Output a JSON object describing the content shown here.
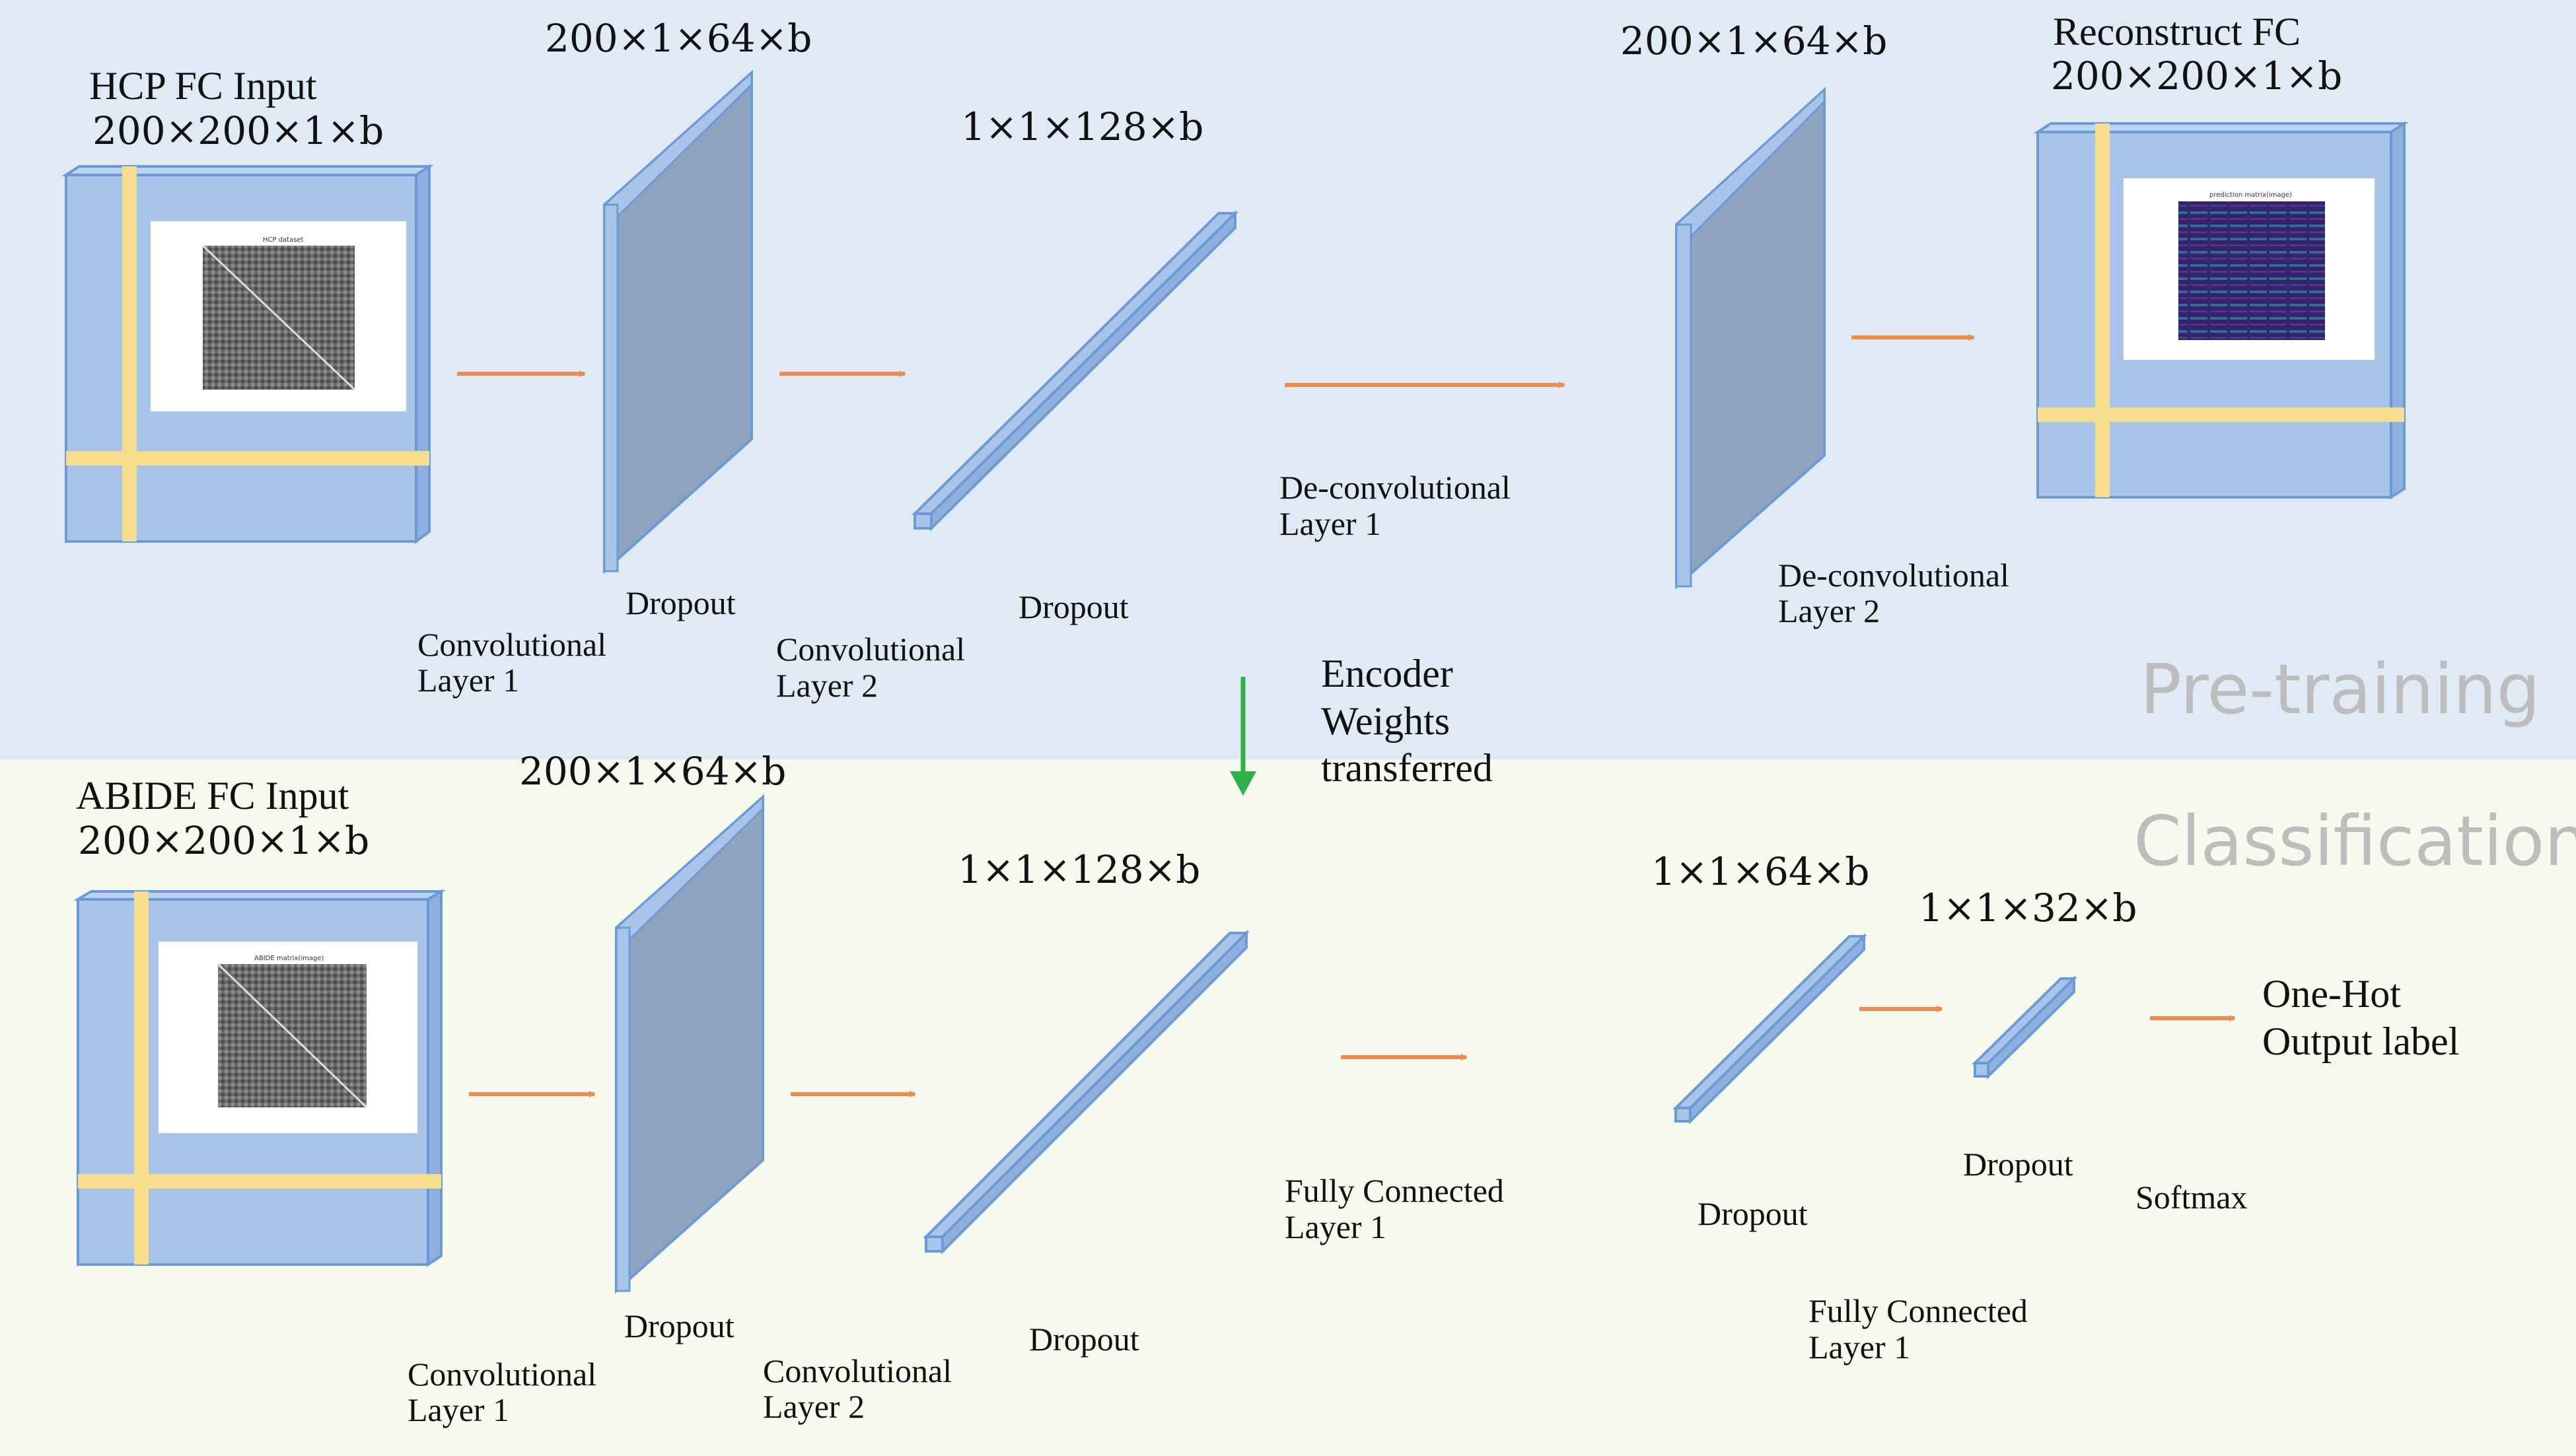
{
  "colors": {
    "top_bg": "#dfeaf5",
    "bottom_bg": "#f5f9ee",
    "box_fill": "#a8c4e8",
    "box_stroke": "#6c9ad6",
    "plate_fill": "#8ea3bd",
    "stripe": "#f7de8e",
    "arrow_orange": "#ee8c4e",
    "arrow_green": "#2fb14a",
    "section_text": "#bdbdbd"
  },
  "pretraining": {
    "section_label": "Pre-training",
    "input": {
      "title": "HCP FC Input",
      "dims": "200×200×1×b",
      "image_title": "HCP dataset"
    },
    "conv1": {
      "dims": "200×1×64×b",
      "dropout": "Dropout",
      "label_line1": "Convolutional",
      "label_line2": "Layer 1"
    },
    "conv2": {
      "dims": "1×1×128×b",
      "dropout": "Dropout",
      "label_line1": "Convolutional",
      "label_line2": "Layer 2"
    },
    "deconv1": {
      "label_line1": "De-convolutional",
      "label_line2": "Layer 1"
    },
    "deconv2": {
      "dims": "200×1×64×b",
      "label_line1": "De-convolutional",
      "label_line2": "Layer 2"
    },
    "output": {
      "title": "Reconstruct FC",
      "dims": "200×200×1×b",
      "image_title": "prediction matrix(image)"
    }
  },
  "transfer": {
    "line1": "Encoder",
    "line2": "Weights",
    "line3": "transferred"
  },
  "classification": {
    "section_label": "Classification",
    "input": {
      "title": "ABIDE FC Input",
      "dims": "200×200×1×b",
      "image_title": "ABIDE matrix(image)"
    },
    "conv1": {
      "dims": "200×1×64×b",
      "dropout": "Dropout",
      "label_line1": "Convolutional",
      "label_line2": "Layer 1"
    },
    "conv2": {
      "dims": "1×1×128×b",
      "dropout": "Dropout",
      "label_line1": "Convolutional",
      "label_line2": "Layer 2"
    },
    "fc1_arrow": {
      "label_line1": "Fully Connected",
      "label_line2": "Layer 1"
    },
    "fc64": {
      "dims": "1×1×64×b",
      "dropout": "Dropout"
    },
    "fc2_arrow": {
      "label_line1": "Fully Connected",
      "label_line2": "Layer 1"
    },
    "fc32": {
      "dims": "1×1×32×b",
      "dropout": "Dropout"
    },
    "softmax": "Softmax",
    "output": {
      "line1": "One-Hot",
      "line2": "Output label"
    }
  }
}
